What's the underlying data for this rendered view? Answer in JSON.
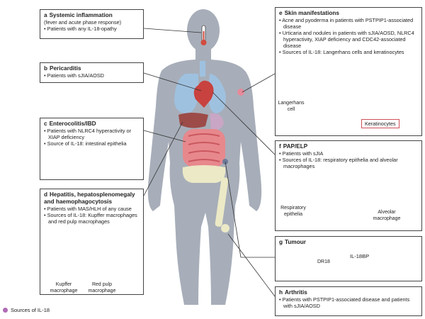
{
  "panels": {
    "a": {
      "letter": "a",
      "title": "Systemic inflammation",
      "subtitle": "(fever and acute phase response)",
      "bullets": [
        "Patients with any IL-18-opathy"
      ]
    },
    "b": {
      "letter": "b",
      "title": "Pericarditis",
      "bullets": [
        "Patients with sJIA/AOSD"
      ]
    },
    "c": {
      "letter": "c",
      "title": "Enterocolitis/IBD",
      "bullets": [
        "Patients with NLRC4 hyperactivity or XIAP deficiency",
        "Source of IL-18: intestinal epithelia"
      ]
    },
    "d": {
      "letter": "d",
      "title": "Hepatitis, hepatosplenomegaly and haemophagocytosis",
      "bullets": [
        "Patients with MAS/HLH of any cause",
        "Sources of IL-18: Kupffer macrophages and red pulp macrophages"
      ],
      "cell_labels": [
        "Kupffer macrophage",
        "Red pulp macrophage"
      ]
    },
    "e": {
      "letter": "e",
      "title": "Skin manifestations",
      "bullets": [
        "Acne and pyoderma in patients with PSTPIP1-associated disease",
        "Urticaria and nodules in patients with sJIA/AOSD, NLRC4 hyperactivity, XIAP deficiency and CDC42-associated disease",
        "Sources of IL-18: Langerhans cells and keratinocytes"
      ],
      "cell_labels": [
        "Langerhans cell",
        "Keratinocytes"
      ]
    },
    "f": {
      "letter": "f",
      "title": "PAP/ELP",
      "bullets": [
        "Patients with sJIA",
        "Sources of IL-18: respiratory epithelia and alveolar macrophages"
      ],
      "cell_labels": [
        "Respiratory epithelia",
        "Alveolar macrophage"
      ]
    },
    "g": {
      "letter": "g",
      "title": "Tumour",
      "labels": [
        "DR18",
        "IL-18BP"
      ]
    },
    "h": {
      "letter": "h",
      "title": "Arthritis",
      "bullets": [
        "Patients with PSTPIP1-associated disease and patients with sJIA/AOSD"
      ]
    }
  },
  "legend": {
    "label": "Sources of IL-18",
    "color": "#b06bb5"
  },
  "colors": {
    "body": "#a7aeb9",
    "lung": "#9fc1e0",
    "heart": "#c8423f",
    "intestine": "#e7888d",
    "liver": "#9c4b48",
    "bone": "#ece9c6",
    "skin_spot": "#e58a9a"
  }
}
